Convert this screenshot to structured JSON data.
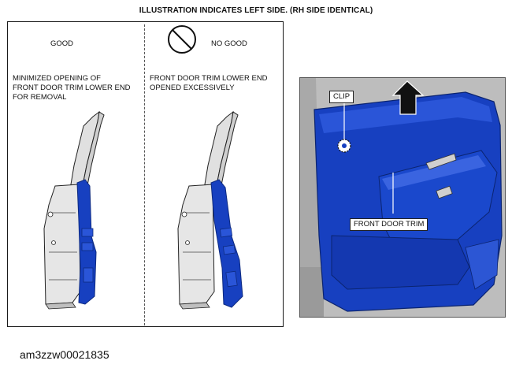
{
  "header": {
    "title": "ILLUSTRATION INDICATES LEFT SIDE. (RH SIDE IDENTICAL)"
  },
  "good": {
    "label": "GOOD",
    "description": [
      "MINIMIZED OPENING OF",
      "FRONT DOOR TRIM LOWER END",
      "FOR REMOVAL"
    ]
  },
  "no_good": {
    "label": "NO GOOD",
    "icon": "prohibited-icon",
    "description": [
      "FRONT DOOR TRIM LOWER END",
      "OPENED EXCESSIVELY"
    ]
  },
  "photo": {
    "callouts": {
      "clip": "CLIP",
      "trim": "FRONT DOOR TRIM"
    },
    "arrow_icon": "up-arrow-icon"
  },
  "caption": "am3zzw00021835",
  "colors": {
    "trim_blue": "#1740c0",
    "door_gray": "#bdbdbd",
    "outline": "#222222"
  }
}
